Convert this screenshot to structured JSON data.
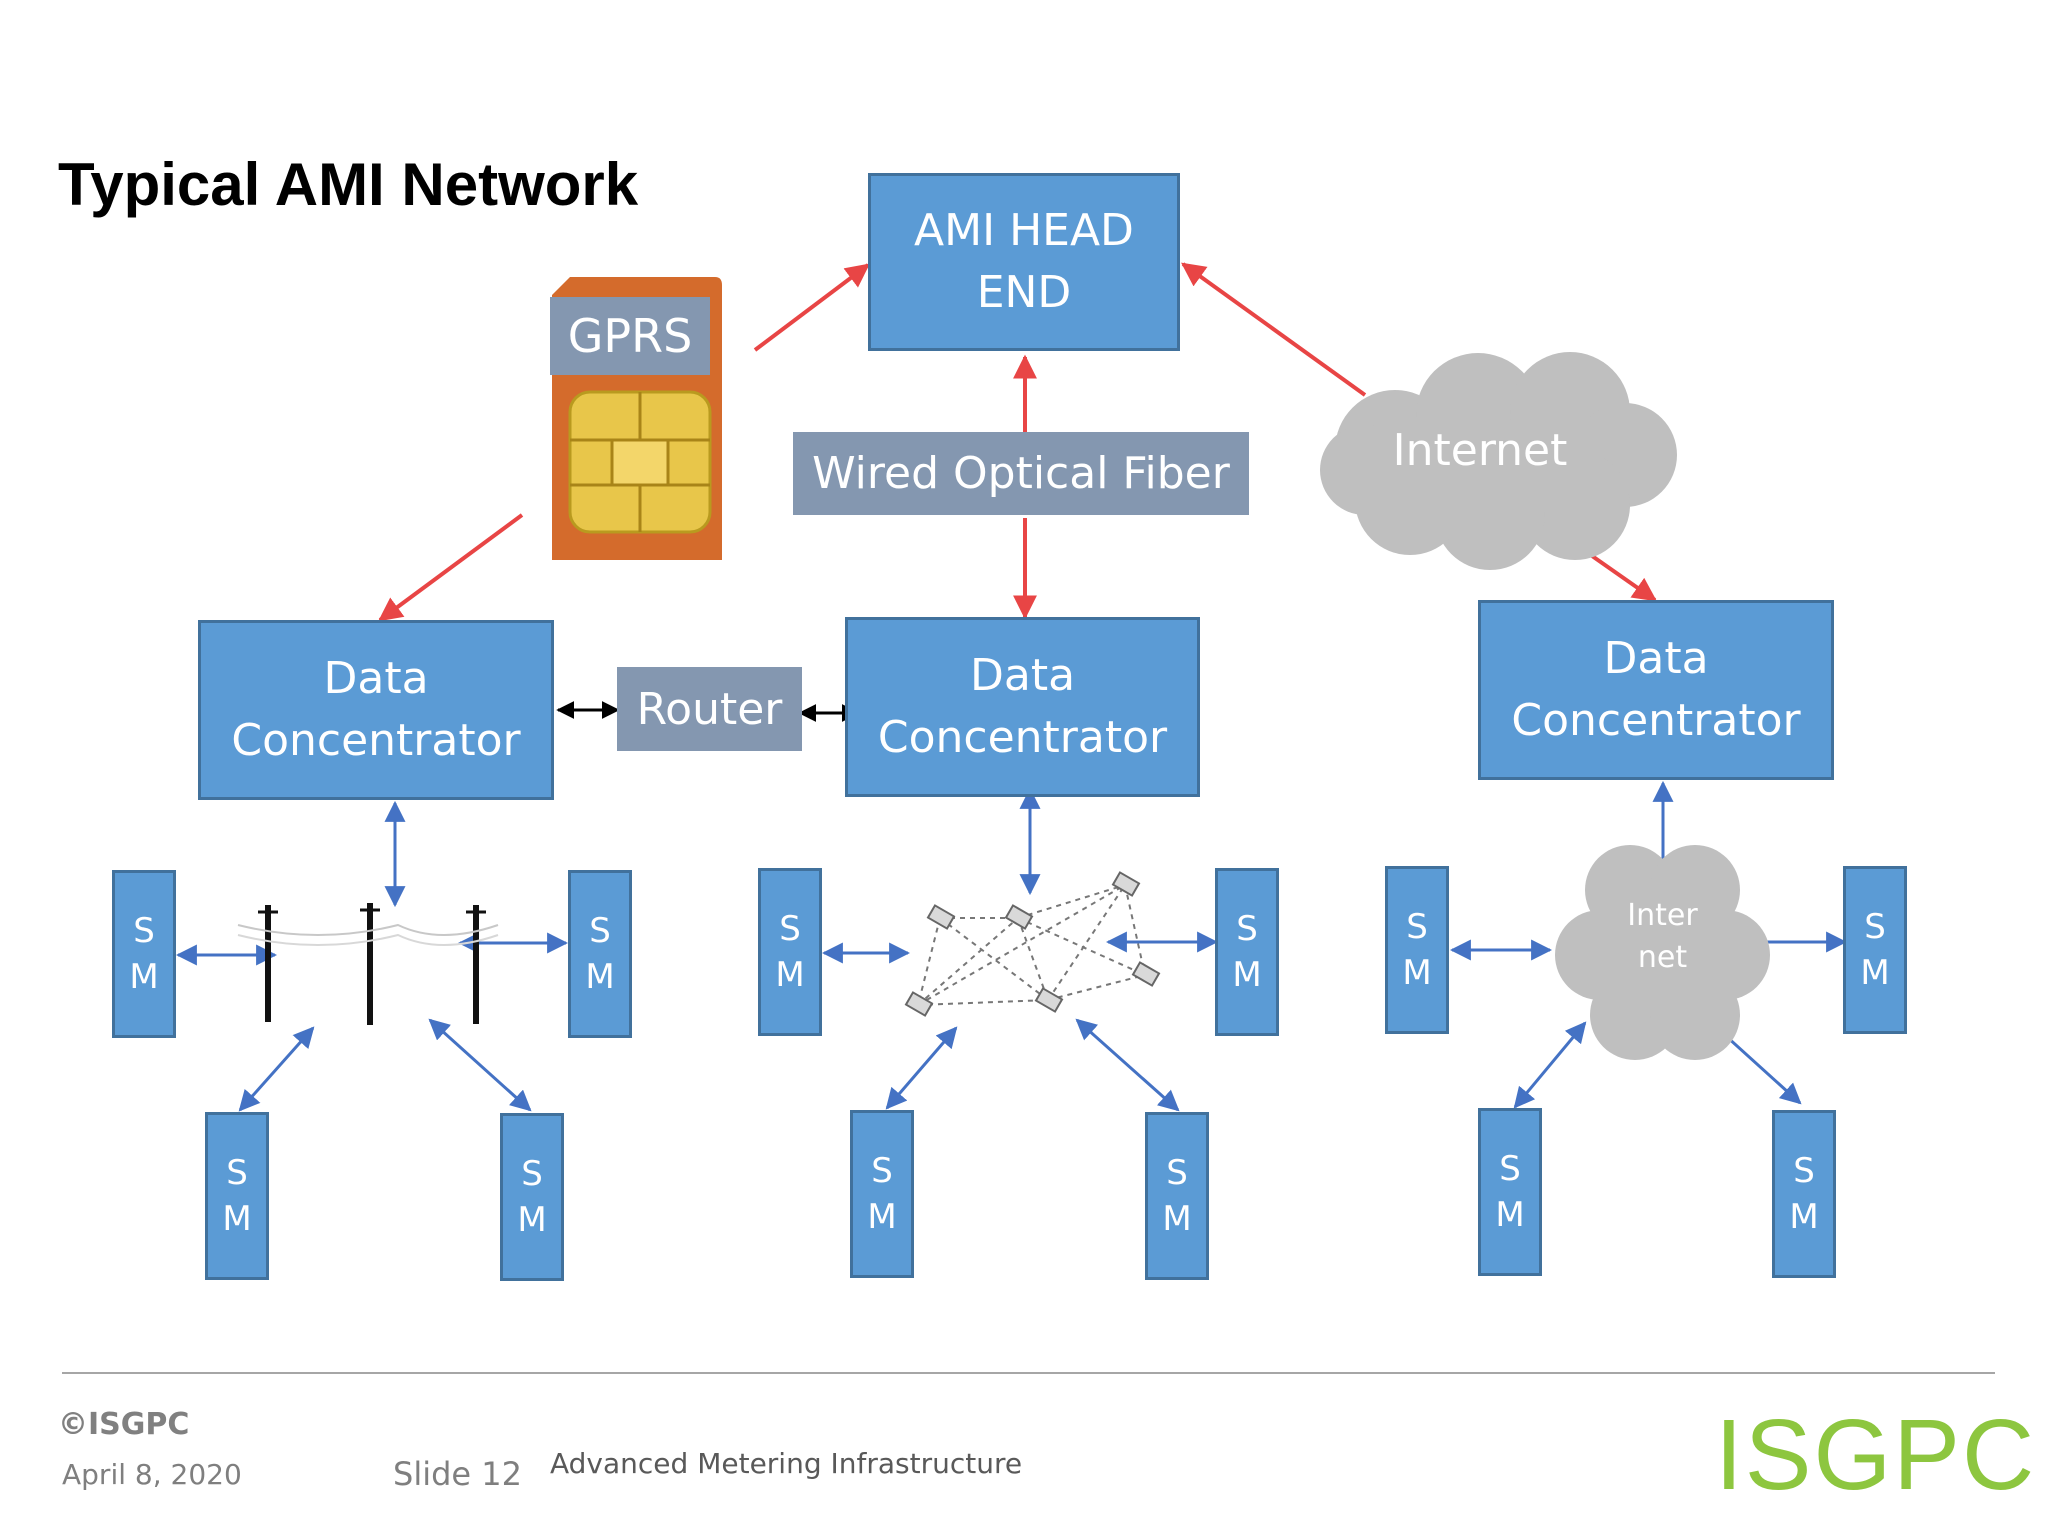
{
  "slide": {
    "title": "Typical AMI Network"
  },
  "nodes": {
    "head_end": {
      "line1": "AMI HEAD",
      "line2": "END"
    },
    "gprs": "GPRS",
    "wired_fiber": "Wired Optical Fiber",
    "internet_cloud": "Internet",
    "router": "Router",
    "dc_left": {
      "line1": "Data",
      "line2": "Concentrator"
    },
    "dc_mid": {
      "line1": "Data",
      "line2": "Concentrator"
    },
    "dc_right": {
      "line1": "Data",
      "line2": "Concentrator"
    },
    "small_cloud": {
      "line1": "Inter",
      "line2": "net"
    }
  },
  "smart_meter": {
    "line1": "S",
    "line2": "M"
  },
  "colors": {
    "box_fill": "#5b9bd5",
    "box_border": "#41719c",
    "label_gray": "#8497b0",
    "cloud_gray": "#bfbfbf",
    "arrow_red": "#e84545",
    "arrow_blue": "#4472c4",
    "logo_green": "#8dc63f"
  },
  "footer": {
    "copyright": "©ISGPC",
    "date": "April 8, 2020",
    "slide": "Slide 12",
    "subject": "Advanced Metering Infrastructure",
    "logo": "ISGPC"
  }
}
